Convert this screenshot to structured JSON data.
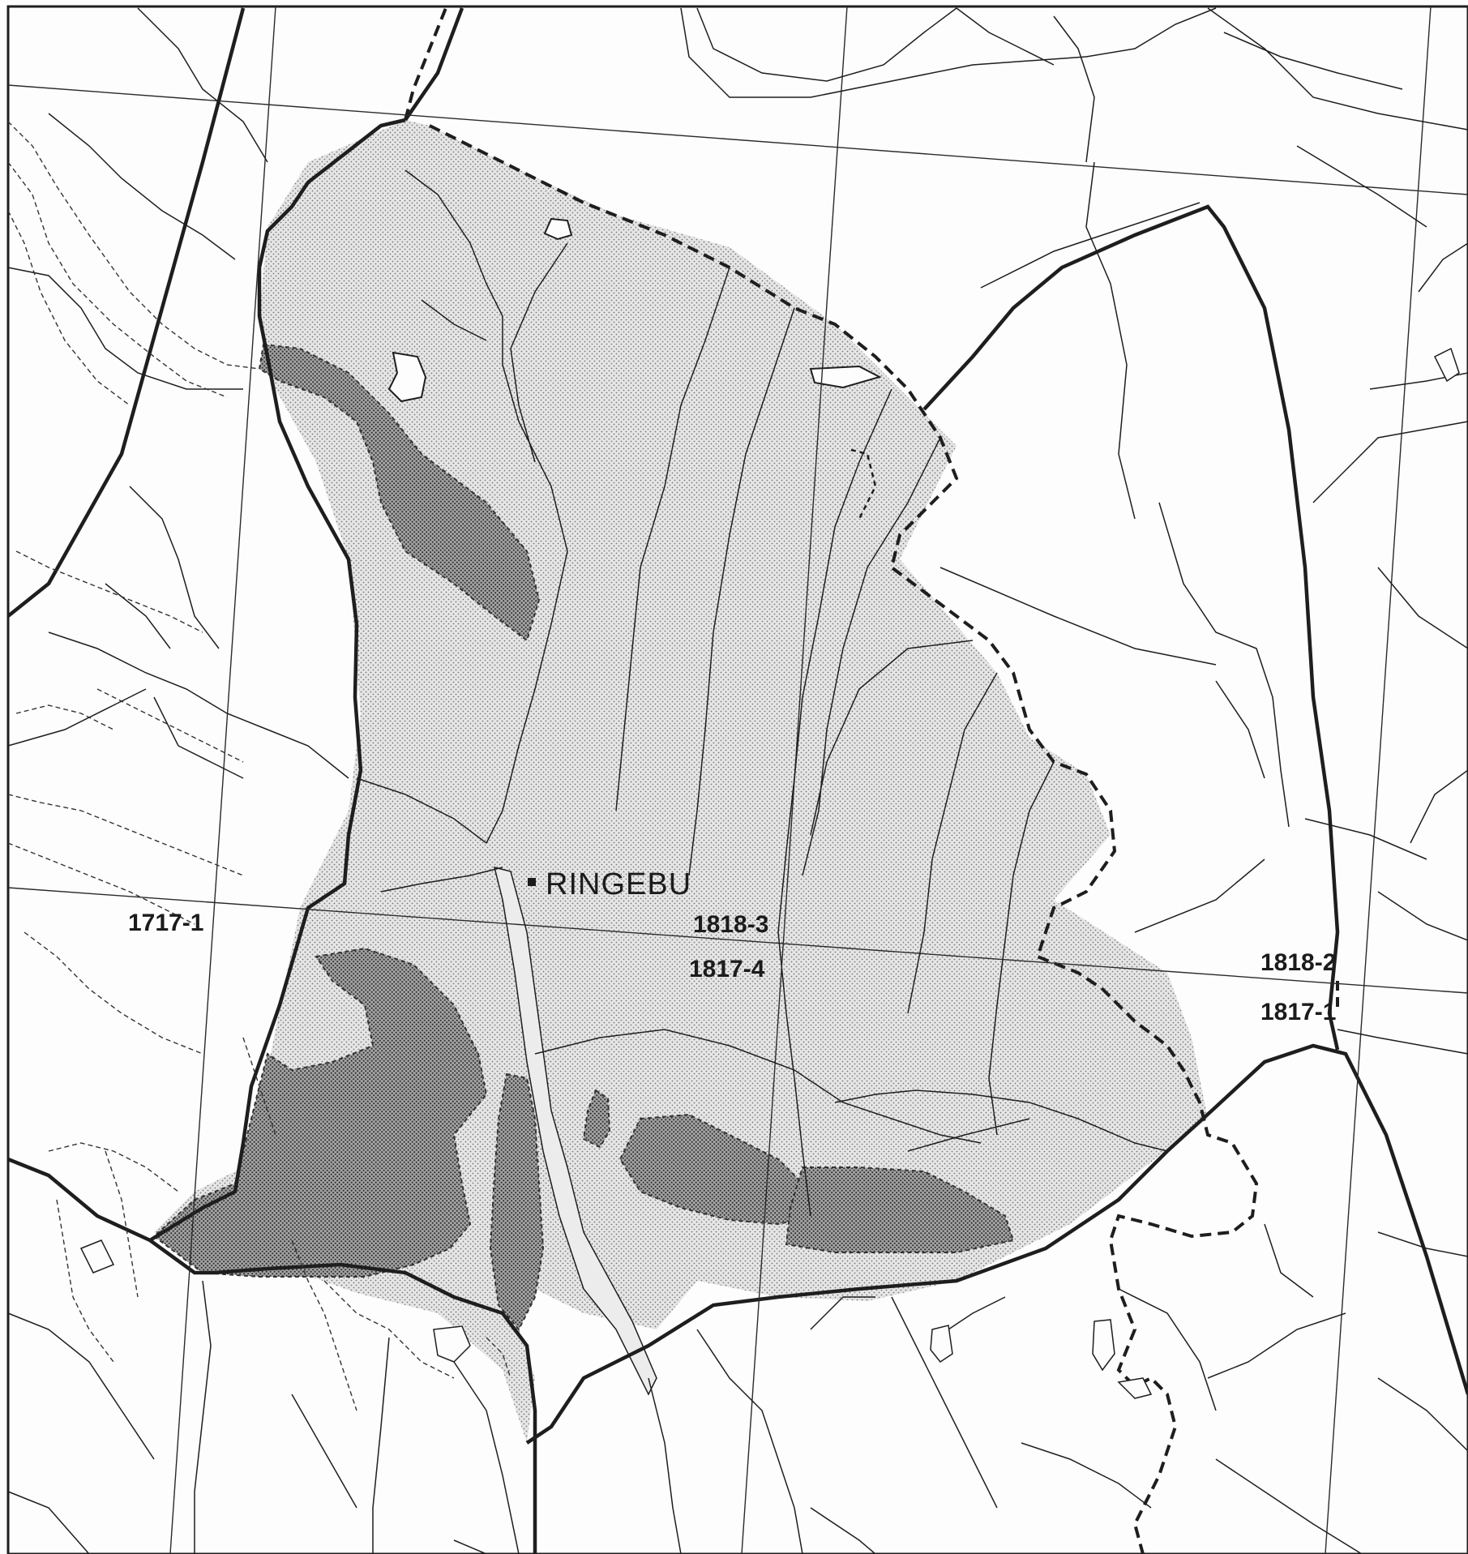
{
  "map": {
    "place_name": "RINGEBU",
    "sheet_labels": {
      "left": "1717-1",
      "center_upper": "1818-3",
      "center_lower": "1817-4",
      "right_upper": "1818-2",
      "right_lower": "1817-1"
    },
    "colors": {
      "background": "#fdfdfd",
      "light_stipple_fill": "#dcdcdc",
      "dark_stipple_fill": "#8a8a8a",
      "line_color": "#1e1e1e"
    },
    "legend_symbols": {
      "district_boundary": "thick solid line",
      "municipality_boundary": "thick dashed line",
      "rivers": "thin solid lines",
      "contours": "thin dashed lines",
      "map_sheet_grid": "thin straight lines"
    }
  }
}
